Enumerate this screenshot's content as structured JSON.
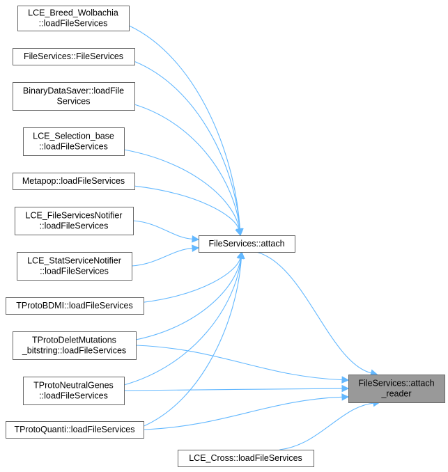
{
  "nodes": {
    "lce_breed_wolbachia": [
      "LCE_Breed_Wolbachia",
      "::loadFileServices"
    ],
    "fileservices_ctor": [
      "FileServices::FileServices"
    ],
    "binarydatasaver": [
      "BinaryDataSaver::loadFile",
      "Services"
    ],
    "lce_selection_base": [
      "LCE_Selection_base",
      "::loadFileServices"
    ],
    "metapop": [
      "Metapop::loadFileServices"
    ],
    "lce_fileservicesnotifier": [
      "LCE_FileServicesNotifier",
      "::loadFileServices"
    ],
    "lce_statservicenotifier": [
      "LCE_StatServiceNotifier",
      "::loadFileServices"
    ],
    "tprotobdmi": [
      "TProtoBDMI::loadFileServices"
    ],
    "tprotodeletmutations": [
      "TProtoDeletMutations",
      "_bitstring::loadFileServices"
    ],
    "tprotoneutralgenes": [
      "TProtoNeutralGenes",
      "::loadFileServices"
    ],
    "tprotoquanti": [
      "TProtoQuanti::loadFileServices"
    ],
    "lce_cross": [
      "LCE_Cross::loadFileServices"
    ],
    "fileservices_attach": [
      "FileServices::attach"
    ],
    "fileservices_attach_reader": [
      "FileServices::attach",
      "_reader"
    ]
  },
  "edges": [
    [
      "lce_breed_wolbachia",
      "fileservices_attach"
    ],
    [
      "fileservices_ctor",
      "fileservices_attach"
    ],
    [
      "binarydatasaver",
      "fileservices_attach"
    ],
    [
      "lce_selection_base",
      "fileservices_attach"
    ],
    [
      "metapop",
      "fileservices_attach"
    ],
    [
      "lce_fileservicesnotifier",
      "fileservices_attach"
    ],
    [
      "lce_statservicenotifier",
      "fileservices_attach"
    ],
    [
      "tprotobdmi",
      "fileservices_attach"
    ],
    [
      "tprotodeletmutations",
      "fileservices_attach"
    ],
    [
      "tprotoneutralgenes",
      "fileservices_attach"
    ],
    [
      "tprotoquanti",
      "fileservices_attach"
    ],
    [
      "fileservices_attach",
      "fileservices_attach_reader"
    ],
    [
      "tprotodeletmutations",
      "fileservices_attach_reader"
    ],
    [
      "tprotoneutralgenes",
      "fileservices_attach_reader"
    ],
    [
      "tprotoquanti",
      "fileservices_attach_reader"
    ],
    [
      "lce_cross",
      "fileservices_attach_reader"
    ]
  ],
  "colors": {
    "edge": "#63b8ff",
    "node_border": "#666666",
    "target_fill": "#999999"
  }
}
